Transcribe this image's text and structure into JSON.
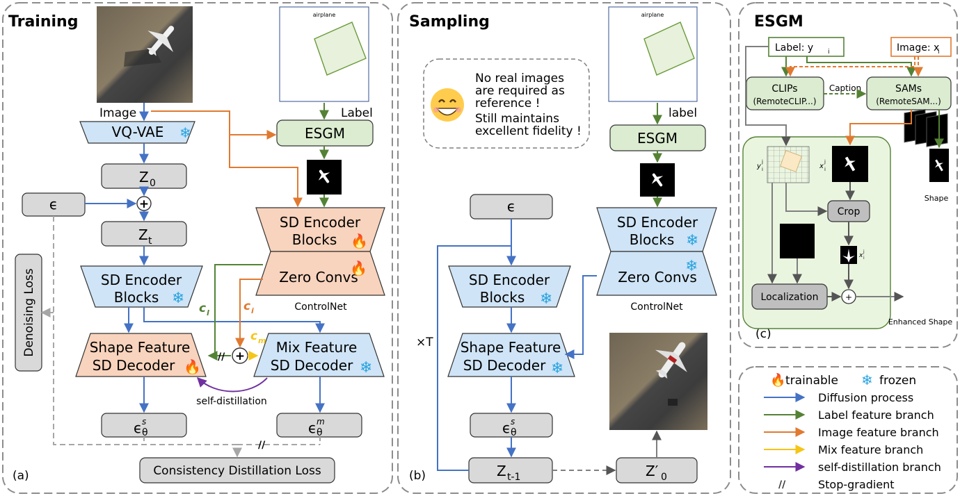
{
  "panels": {
    "training": {
      "title": "Training",
      "tag": "(a)",
      "color": "#e07a30"
    },
    "sampling": {
      "title": "Sampling",
      "tag": "(b)",
      "color": "#1a8fd0"
    },
    "esgm": {
      "title": "ESGM",
      "tag": "(c)",
      "color": "#4a8a3a"
    }
  },
  "training": {
    "image_label": "Image",
    "label_label": "Label",
    "plane_word": "airplane",
    "vqvae": "VQ-VAE",
    "esgm": "ESGM",
    "z0": "Z",
    "z0_sub": "0",
    "zt": "Z",
    "zt_sub": "t",
    "eps": "ϵ",
    "plus": "+",
    "enc_line1": "SD Encoder",
    "enc_line2": "Blocks",
    "sd_enc_line1": "SD Encoder",
    "sd_enc_line2": "Blocks",
    "zero_convs": "Zero Convs",
    "controlnet": "ControlNet",
    "shape_dec_line1": "Shape Feature",
    "shape_dec_line2": "SD Decoder",
    "mix_dec_line1": "Mix Feature",
    "mix_dec_line2": "SD Decoder",
    "c_l": "c",
    "c_l_sub": "l",
    "c_i": "c",
    "c_i_sub": "i",
    "c_m": "c",
    "c_m_sub": "m",
    "self_distill": "self-distillation",
    "eps_s": "ϵ",
    "eps_s_sup": "s",
    "eps_s_sub": "θ",
    "eps_m": "ϵ",
    "eps_m_sup": "m",
    "eps_m_sub": "θ",
    "denoising_loss": "Denoising Loss",
    "consistency_loss": "Consistency Distillation Loss",
    "stop_grad": "//"
  },
  "sampling": {
    "note_line1": "No real images",
    "note_line2": "are required as",
    "note_line3": "reference !",
    "note_line4": "Still maintains",
    "note_line5": "excellent fidelity !",
    "plane_word": "airplane",
    "label_label": "label",
    "esgm": "ESGM",
    "eps": "ϵ",
    "sd_enc_line1": "SD Encoder",
    "sd_enc_line2": "Blocks",
    "enc_line1": "SD Encoder",
    "enc_line2": "Blocks",
    "zero_convs": "Zero Convs",
    "controlnet": "ControlNet",
    "shape_dec_line1": "Shape Feature",
    "shape_dec_line2": "SD Decoder",
    "times_t": "×T",
    "eps_s": "ϵ",
    "eps_s_sup": "s",
    "eps_s_sub": "θ",
    "zt1": "Z",
    "zt1_sub": "t-1",
    "z0p": "Z′",
    "z0p_sub": "0"
  },
  "esgm": {
    "label_box": "Label: y",
    "label_sub": "i",
    "image_box": "Image: x",
    "image_sub": "i",
    "clips_line1": "CLIPs",
    "clips_line2": "(RemoteCLIP...)",
    "caption": "Caption",
    "sams_line1": "SAMs",
    "sams_line2": "(RemoteSAM...)",
    "shape": "Shape",
    "y_sym": "y",
    "y_sub": "i",
    "y_sup": "j",
    "x_sym": "x",
    "x_sub": "i",
    "x_sup": "j",
    "crop": "Crop",
    "localization": "Localization",
    "enhanced_shape": "Enhanced Shape"
  },
  "legend": {
    "trainable": "trainable",
    "frozen": "frozen",
    "items": [
      {
        "label": "Diffusion process",
        "color": "#4472c4"
      },
      {
        "label": "Label feature branch",
        "color": "#548235"
      },
      {
        "label": "Image feature branch",
        "color": "#e07a30"
      },
      {
        "label": "Mix feature branch",
        "color": "#f5c518"
      },
      {
        "label": "self-distillation branch",
        "color": "#7030a0"
      },
      {
        "label": "Stop-gradient",
        "color": "#333333"
      }
    ]
  },
  "colors": {
    "blue_box": "#cfe4f6",
    "green_box": "#dbecd0",
    "orange_box": "#f8d3bd",
    "gray_box": "#d9d9d9",
    "blue_line": "#4472c4",
    "green_line": "#548235",
    "orange_line": "#e07a30",
    "yellow_line": "#f5c518",
    "purple_line": "#7030a0",
    "gray_line": "#a6a6a6"
  }
}
